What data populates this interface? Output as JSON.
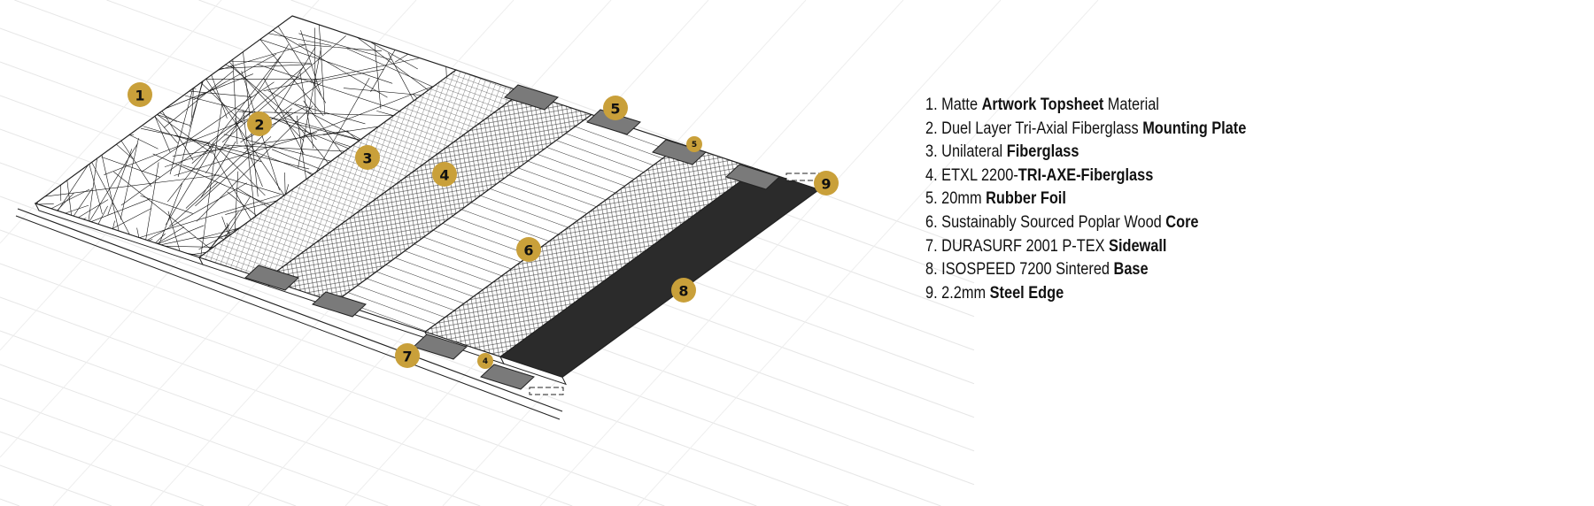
{
  "colors": {
    "accent": "#c9a03a",
    "base": "#2b2b2b",
    "foil": "#7a7a7a"
  },
  "markers": [
    {
      "label": "1"
    },
    {
      "label": "2"
    },
    {
      "label": "3"
    },
    {
      "label": "4"
    },
    {
      "label": "5"
    },
    {
      "label": "5"
    },
    {
      "label": "6"
    },
    {
      "label": "7"
    },
    {
      "label": "4"
    },
    {
      "label": "8"
    },
    {
      "label": "9"
    }
  ],
  "legend": [
    {
      "pre": "1. Matte ",
      "bold": "Artwork Topsheet",
      "post": " Material"
    },
    {
      "pre": "2. Duel Layer Tri-Axial Fiberglass ",
      "bold": "Mounting Plate",
      "post": ""
    },
    {
      "pre": "3. Unilateral ",
      "bold": "Fiberglass",
      "post": ""
    },
    {
      "pre": "4. ETXL 2200-",
      "bold": "TRI-AXE-Fiberglass",
      "post": ""
    },
    {
      "pre": "5. 20mm ",
      "bold": "Rubber Foil",
      "post": ""
    },
    {
      "pre": "6. Sustainably Sourced Poplar Wood ",
      "bold": "Core",
      "post": ""
    },
    {
      "pre": "7. DURASURF 2001 P-TEX ",
      "bold": "Sidewall",
      "post": ""
    },
    {
      "pre": "8. ISOSPEED 7200 Sintered ",
      "bold": "Base",
      "post": ""
    },
    {
      "pre": "9. 2.2mm ",
      "bold": "Steel Edge",
      "post": ""
    }
  ]
}
